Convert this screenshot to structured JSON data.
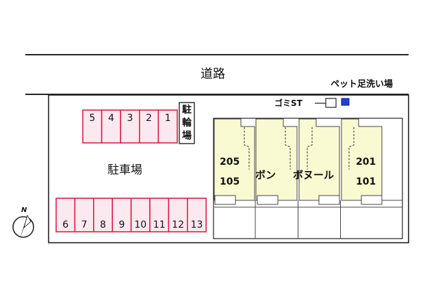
{
  "road": {
    "label": "道路"
  },
  "pet_wash": {
    "label": "ペット足洗い場",
    "marker_color": "#1f3fd6"
  },
  "garbage": {
    "label": "ゴミST"
  },
  "bike_parking": {
    "label": "駐輪場",
    "chars": [
      "駐",
      "輪",
      "場"
    ]
  },
  "car_parking": {
    "label": "駐車場"
  },
  "parking_spaces": {
    "top_row": [
      "5",
      "4",
      "3",
      "2",
      "1"
    ],
    "bottom_row": [
      "6",
      "7",
      "8",
      "9",
      "10",
      "11",
      "12",
      "13"
    ],
    "outline_color": "#d9204a",
    "fill_color": "#fbe9ef"
  },
  "building": {
    "name_part1": "ボン",
    "name_part2": "ボヌール",
    "units": {
      "left_upper": "205",
      "left_lower": "105",
      "right_upper": "201",
      "right_lower": "101"
    },
    "fill_color": "#fafad2"
  },
  "compass": {
    "label": "N"
  }
}
